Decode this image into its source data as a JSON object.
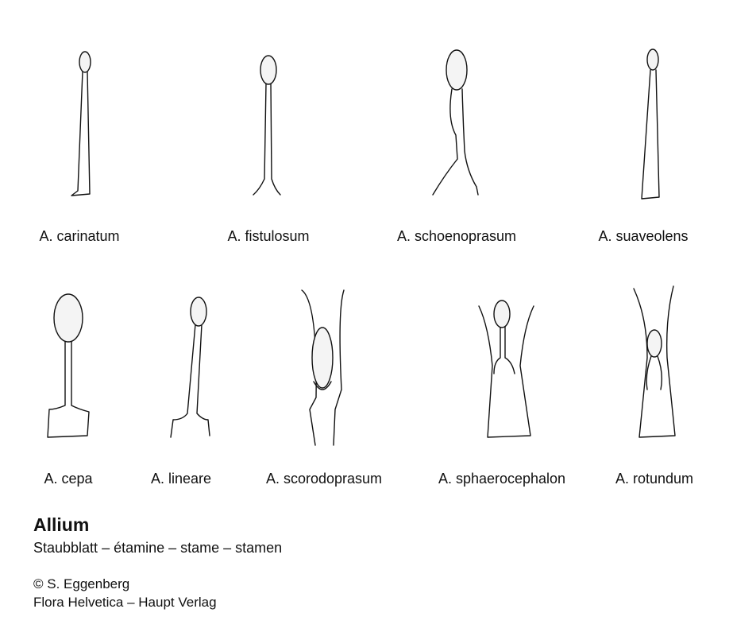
{
  "row1": [
    "A. carinatum",
    "A. fistulosum",
    "A. schoenoprasum",
    "A. suaveolens"
  ],
  "row2": [
    "A. cepa",
    "A. lineare",
    "A. scorodoprasum",
    "A. sphaerocephalon",
    "A. rotundum"
  ],
  "title": "Allium",
  "subtitle": "Staubblatt – étamine – stame – stamen",
  "copyright": "© S. Eggenberg",
  "publisher": "Flora Helvetica – Haupt Verlag"
}
